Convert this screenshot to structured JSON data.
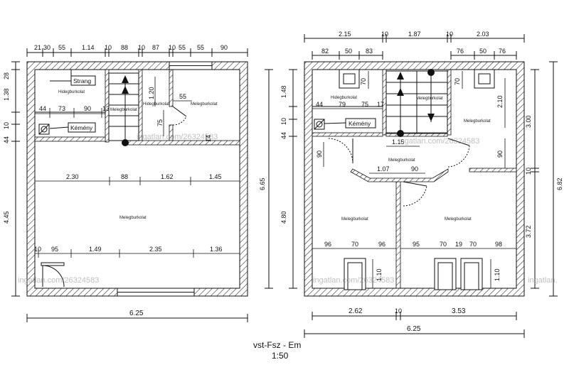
{
  "caption": {
    "title": "vst-Fsz - Em",
    "scale": "1:50"
  },
  "watermark": "ingatlan.com/26324583",
  "ground_floor": {
    "top_dims": [
      "21",
      "30",
      "55",
      "1.14",
      "10",
      "88",
      "10",
      "87",
      "10",
      "55",
      "55",
      "90"
    ],
    "left_dims": [
      "28",
      "1.38",
      "10",
      "44",
      "4.45"
    ],
    "right_dim": "6.65",
    "bottom_dim": "6.25",
    "inner_dims": {
      "row1": [
        "44",
        "73",
        "90",
        "13"
      ],
      "mid": [
        "2.30",
        "88",
        "1.62",
        "1.45"
      ],
      "lower": [
        "10",
        "95",
        "1.49",
        "2.35",
        "1.36"
      ],
      "v120": "1.20",
      "v75": "75",
      "h55": "55",
      "v14": "14"
    },
    "rooms": {
      "hideg1": "Hidegburkolat",
      "hideg2": "Hidegburkolat",
      "meleg1": "Melegburkolat",
      "meleg_stair": "Melegburkolat",
      "meleg_main": "Melegburkolat"
    },
    "tags": {
      "strang": "Strang",
      "kemeny": "Kémény"
    }
  },
  "upper_floor": {
    "top_dims_row1": [
      "2.15",
      "10",
      "1.87",
      "10",
      "2.03"
    ],
    "top_dims_row2": [
      "82",
      "50",
      "83",
      "76",
      "50",
      "76"
    ],
    "left_dims": [
      "1.48",
      "10",
      "44",
      "4.80"
    ],
    "right_dims_outer": "6.82",
    "right_dims_inner": [
      "3.00",
      "10",
      "3.72"
    ],
    "bottom_dims_row1": [
      "2.62",
      "10",
      "3.53"
    ],
    "bottom_dim_total": "6.25",
    "inner_dims": {
      "row1": [
        "44",
        "79",
        "75",
        "17"
      ],
      "v70a": "70",
      "v70b": "70",
      "v210": "2.10",
      "v90r": "90",
      "v90l": "90",
      "h115": "1.15",
      "h107": "1.07",
      "h90": "90",
      "lower": [
        "96",
        "70",
        "96",
        "95",
        "70",
        "19",
        "70",
        "98"
      ],
      "v110a": "1.10",
      "v110b": "1.10"
    },
    "rooms": {
      "hideg": "Hidegburkolat",
      "meleg_stair": "Melegburkolat",
      "meleg_r": "Melegburkolat",
      "meleg_hall": "Melegburkolat",
      "meleg_l": "Melegburkolat",
      "meleg_br": "Melegburkolat"
    },
    "tags": {
      "kemeny": "Kémény"
    }
  }
}
